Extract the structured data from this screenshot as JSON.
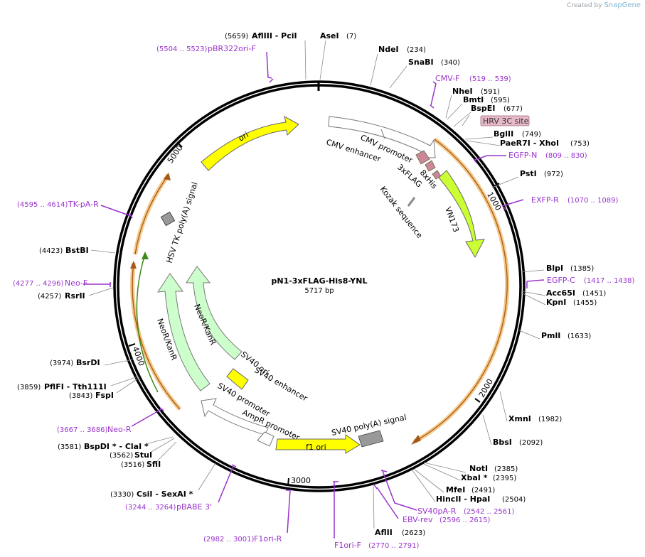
{
  "credit": {
    "prefix": "Created by",
    "brand": "SnapGene"
  },
  "plasmid": {
    "name": "pN1-3xFLAG-His8-YNL",
    "length_label": "5717 bp"
  },
  "ticks": [
    "1000",
    "2000",
    "3000",
    "4000",
    "5000"
  ],
  "enzymes": [
    {
      "name": "AseI",
      "pos": "(7)"
    },
    {
      "name": "NdeI",
      "pos": "(234)"
    },
    {
      "name": "SnaBI",
      "pos": "(340)"
    },
    {
      "name": "NheI",
      "pos": "(591)"
    },
    {
      "name": "BmtI",
      "pos": "(595)"
    },
    {
      "name": "BspEI",
      "pos": "(677)"
    },
    {
      "name": "BglII",
      "pos": "(749)"
    },
    {
      "name": "PaeR7I - XhoI",
      "pos": "(753)"
    },
    {
      "name": "PstI",
      "pos": "(972)"
    },
    {
      "name": "BlpI",
      "pos": "(1385)"
    },
    {
      "name": "Acc65I",
      "pos": "(1451)"
    },
    {
      "name": "KpnI",
      "pos": "(1455)"
    },
    {
      "name": "PmlI",
      "pos": "(1633)"
    },
    {
      "name": "XmnI",
      "pos": "(1982)"
    },
    {
      "name": "BbsI",
      "pos": "(2092)"
    },
    {
      "name": "NotI",
      "pos": "(2385)"
    },
    {
      "name": "XbaI *",
      "pos": "(2395)"
    },
    {
      "name": "MfeI",
      "pos": "(2491)"
    },
    {
      "name": "HincII - HpaI",
      "pos": "(2504)"
    },
    {
      "name": "AflII",
      "pos": "(2623)"
    },
    {
      "name": "CsiI - SexAI *",
      "pos": "(3330)"
    },
    {
      "name": "SfiI",
      "pos": "(3516)"
    },
    {
      "name": "StuI",
      "pos": "(3562)"
    },
    {
      "name": "BspDI * - ClaI *",
      "pos": "(3581)"
    },
    {
      "name": "FspI",
      "pos": "(3843)"
    },
    {
      "name": "PflFI - Tth111I",
      "pos": "(3859)"
    },
    {
      "name": "BsrDI",
      "pos": "(3974)"
    },
    {
      "name": "RsrII",
      "pos": "(4257)"
    },
    {
      "name": "BstBI",
      "pos": "(4423)"
    },
    {
      "name": "AflIII - PciI",
      "pos": "(5659)"
    }
  ],
  "primers": [
    {
      "name": "CMV-F",
      "range": "(519 .. 539)"
    },
    {
      "name": "EGFP-N",
      "range": "(809 .. 830)"
    },
    {
      "name": "EXFP-R",
      "range": "(1070 .. 1089)"
    },
    {
      "name": "EGFP-C",
      "range": "(1417 .. 1438)"
    },
    {
      "name": "SV40pA-R",
      "range": "(2542 .. 2561)"
    },
    {
      "name": "EBV-rev",
      "range": "(2596 .. 2615)"
    },
    {
      "name": "F1ori-F",
      "range": "(2770 .. 2791)"
    },
    {
      "name": "F1ori-R",
      "range": "(2982 .. 3001)"
    },
    {
      "name": "pBABE 3'",
      "range": "(3244 .. 3264)"
    },
    {
      "name": "Neo-R",
      "range": "(3667 .. 3686)"
    },
    {
      "name": "Neo-F",
      "range": "(4277 .. 4296)"
    },
    {
      "name": "TK-pA-R",
      "range": "(4595 .. 4614)"
    },
    {
      "name": "pBR322ori-F",
      "range": "(5504 .. 5523)"
    }
  ],
  "features": {
    "hrv": "HRV 3C site",
    "ori": "ori",
    "cmv_enhancer": "CMV enhancer",
    "cmv_promoter": "CMV promoter",
    "flag": "3xFLAG",
    "his": "8xHis",
    "kozak": "Kozak sequence",
    "vn173": "VN173",
    "hsv": "HSV TK poly(A) signal",
    "neor": "NeoR/KanR",
    "sv40ori": "SV40 ori",
    "sv40enh": "SV40 enhancer",
    "sv40prom": "SV40 promoter",
    "ampr": "AmpR promoter",
    "f1ori": "f1 ori",
    "sv40pa": "SV40 poly(A) signal"
  },
  "colors": {
    "backbone": "#000000",
    "ori": "#ffff00",
    "vn173": "#ccff33",
    "neor": "#ccffcc",
    "promoter": "#ffffff",
    "tag": "#cc8899",
    "polyA": "#999999",
    "primer": "#9933cc",
    "highlight": "#f4c27a"
  }
}
